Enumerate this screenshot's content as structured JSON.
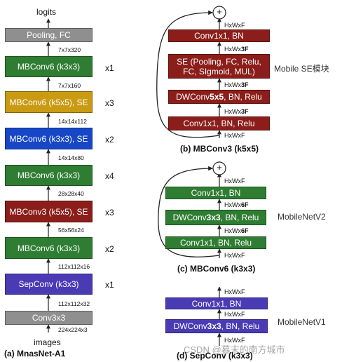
{
  "colors": {
    "gray": "#8f8f8f",
    "green": "#2f7d33",
    "gold": "#c99a12",
    "blue": "#1747c7",
    "darkred": "#8b1e1a",
    "purple": "#4a3bb5"
  },
  "a": {
    "output_label": "logits",
    "input_label": "images",
    "caption": "(a) MnasNet-A1",
    "blocks": [
      {
        "label": "Pooling, FC",
        "color": "gray",
        "repeat": ""
      },
      {
        "label": "MBConv6 (k3x3)",
        "color": "green",
        "repeat": "x1"
      },
      {
        "label": "MBConv6 (k5x5), SE",
        "color": "gold",
        "repeat": "x3"
      },
      {
        "label": "MBConv6 (k3x3), SE",
        "color": "blue",
        "repeat": "x2"
      },
      {
        "label": "MBConv6 (k3x3)",
        "color": "green",
        "repeat": "x4"
      },
      {
        "label": "MBConv3 (k5x5), SE",
        "color": "darkred",
        "repeat": "x3"
      },
      {
        "label": "MBConv6 (k3x3)",
        "color": "green",
        "repeat": "x2"
      },
      {
        "label": "SepConv (k3x3)",
        "color": "purple",
        "repeat": "x1"
      },
      {
        "label": "Conv3x3",
        "color": "gray",
        "repeat": ""
      }
    ],
    "shapes": [
      "7x7x320",
      "7x7x160",
      "14x14x112",
      "14x14x80",
      "28x28x40",
      "56x56x24",
      "112x112x16",
      "112x112x32",
      "224x224x3"
    ]
  },
  "b": {
    "caption": "(b) MBConv3 (k5x5)",
    "side_label": "Mobile SE模块",
    "plus": "+",
    "block1": "Conv1x1, BN",
    "block2_line1": "SE (Pooling, FC, Relu,",
    "block2_line2": "FC, SIgmoid, MUL)",
    "block3_pre": "DWConv",
    "block3_bold": "5x5",
    "block3_post": ", BN, Relu",
    "block4": "Conv1x1, BN, Relu",
    "dims": [
      {
        "pre": "HxWxF",
        "bold": ""
      },
      {
        "pre": "HxWx",
        "bold": "3F"
      },
      {
        "pre": "HxWx",
        "bold": "3F"
      },
      {
        "pre": "HxWx",
        "bold": "3F"
      },
      {
        "pre": "HxWxF",
        "bold": ""
      }
    ]
  },
  "c": {
    "caption": "(c) MBConv6 (k3x3)",
    "side_label": "MobileNetV2",
    "plus": "+",
    "block1": "Conv1x1, BN",
    "block2_pre": "DWConv",
    "block2_bold": "3x3",
    "block2_post": ", BN, Relu",
    "block3": "Conv1x1, BN, Relu",
    "dims": [
      {
        "pre": "HxWxF",
        "bold": ""
      },
      {
        "pre": "HxWx",
        "bold": "6F"
      },
      {
        "pre": "HxWx",
        "bold": "6F"
      },
      {
        "pre": "HxWxF",
        "bold": ""
      }
    ]
  },
  "d": {
    "caption": "(d) SepConv (k3x3)",
    "side_label": "MobileNetV1",
    "block1": "Conv1x1, BN",
    "block2_pre": "DWConv",
    "block2_bold": "3x3",
    "block2_post": ", BN, Relu",
    "dims": [
      {
        "pre": "HxWxF",
        "bold": ""
      },
      {
        "pre": "HxWxF",
        "bold": ""
      },
      {
        "pre": "HxWxF",
        "bold": ""
      }
    ]
  },
  "watermark": "CSDN @暮末的南方城市"
}
